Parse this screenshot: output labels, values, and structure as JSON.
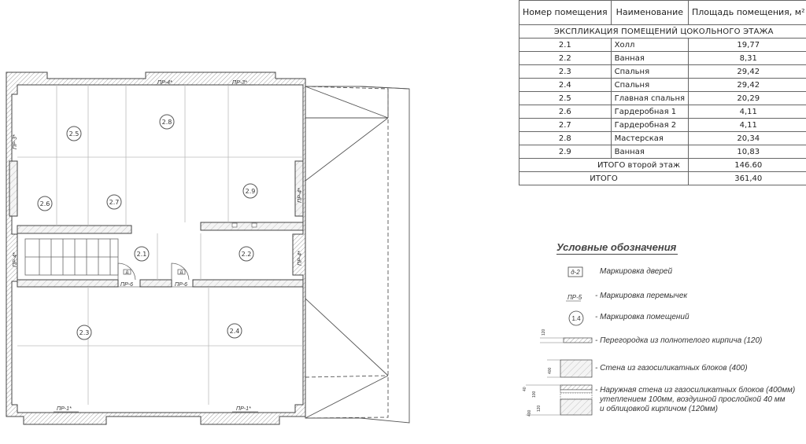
{
  "table": {
    "header": {
      "number": "Номер помещения",
      "name": "Наименование",
      "area": "Площадь помещения, м²"
    },
    "section_title": "ЭКСПЛИКАЦИЯ ПОМЕЩЕНИЙ ЦОКОЛЬНОГО ЭТАЖА",
    "rows": [
      {
        "num": "2.1",
        "name": "Холл",
        "area": "19,77"
      },
      {
        "num": "2.2",
        "name": "Ванная",
        "area": "8,31"
      },
      {
        "num": "2.3",
        "name": "Спальня",
        "area": "29,42"
      },
      {
        "num": "2.4",
        "name": "Спальня",
        "area": "29,42"
      },
      {
        "num": "2.5",
        "name": "Главная спальня",
        "area": "20,29"
      },
      {
        "num": "2.6",
        "name": "Гардеробная 1",
        "area": "4,11"
      },
      {
        "num": "2.7",
        "name": "Гардеробная 2",
        "area": "4,11"
      },
      {
        "num": "2.8",
        "name": "Мастерская",
        "area": "20,34"
      },
      {
        "num": "2.9",
        "name": "Ванная",
        "area": "10,83"
      }
    ],
    "total_floor_label": "ИТОГО второй этаж",
    "total_floor_value": "146.60",
    "total_label": "ИТОГО",
    "total_value": "361,40"
  },
  "legend": {
    "title": "Условные обозначения",
    "door_symbol": "д-2",
    "door_text": "Маркировка дверей",
    "lintel_symbol": "ПР-5",
    "lintel_text": "- Маркировка перемычек",
    "room_symbol": "1.4",
    "room_text": "- Маркировка помещений",
    "partition_dim": "120",
    "partition_text": "- Перегородка из полнотелого кирпича (120)",
    "block_dim": "400",
    "block_text": "- Стена из газосиликатных блоков (400)",
    "outer_dims": [
      "40",
      "100",
      "120"
    ],
    "outer_total": "400",
    "outer_text_1": "- Наружная стена из газосиликатных блоков (400мм)",
    "outer_text_2": "утеплением 100мм, воздушной прослойкой 40 мм",
    "outer_text_3": "и облицовкой кирпичом (120мм)"
  },
  "plan": {
    "rooms": [
      "2.1",
      "2.2",
      "2.3",
      "2.4",
      "2.5",
      "2.6",
      "2.7",
      "2.8",
      "2.9"
    ],
    "lintels": {
      "top_left": "ПР-4*",
      "top_right": "ПР-3*",
      "left_upper": "ПР-3*",
      "left_lower": "ПР-4*",
      "right_upper": "ПР-4*",
      "right_lower": "ПР-4*",
      "door_left": "ПР-6",
      "door_right": "ПР-6",
      "bottom_left": "ПР-1*",
      "bottom_right": "ПР-1*"
    },
    "door_marks": [
      "д",
      "д"
    ]
  }
}
